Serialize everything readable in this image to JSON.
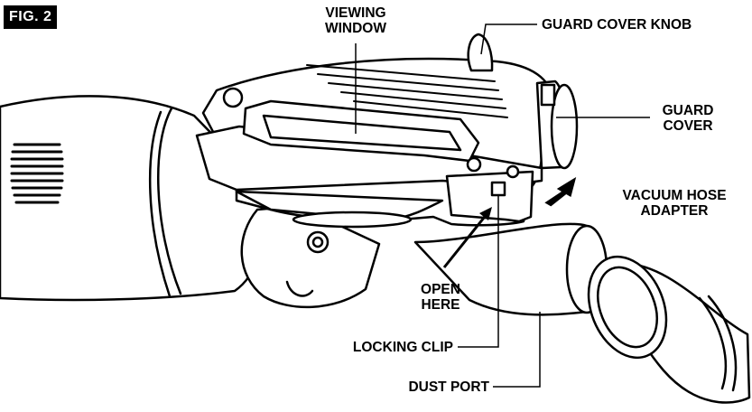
{
  "figure": {
    "badge": "FIG. 2",
    "labels": {
      "viewing_window": "VIEWING\nWINDOW",
      "guard_cover_knob": "GUARD COVER KNOB",
      "guard_cover": "GUARD\nCOVER",
      "vacuum_hose_adapter": "VACUUM HOSE\nADAPTER",
      "open_here": "OPEN\nHERE",
      "locking_clip": "LOCKING CLIP",
      "dust_port": "DUST PORT"
    }
  }
}
